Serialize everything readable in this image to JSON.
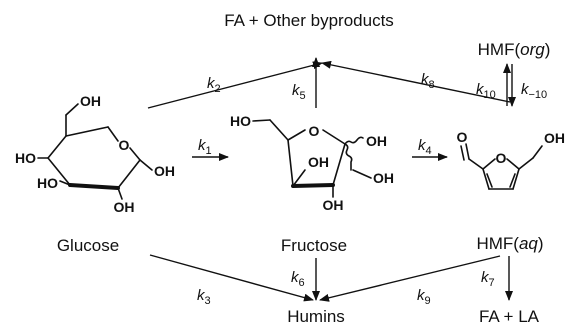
{
  "byproducts_label": "FA + Other byproducts",
  "hmf_org_label": {
    "base": "HMF(",
    "phase": "org",
    "close": ")"
  },
  "hmf_aq_label": {
    "base": "HMF(",
    "phase": "aq",
    "close": ")"
  },
  "glucose_label": "Glucose",
  "fructose_label": "Fructose",
  "humins_label": "Humins",
  "fa_la_label": "FA + LA",
  "rate_constants": {
    "k1": {
      "base": "k",
      "sub": "1"
    },
    "k2": {
      "base": "k",
      "sub": "2"
    },
    "k3": {
      "base": "k",
      "sub": "3"
    },
    "k4": {
      "base": "k",
      "sub": "4"
    },
    "k5": {
      "base": "k",
      "sub": "5"
    },
    "k6": {
      "base": "k",
      "sub": "6"
    },
    "k7": {
      "base": "k",
      "sub": "7"
    },
    "k8": {
      "base": "k",
      "sub": "8"
    },
    "k9": {
      "base": "k",
      "sub": "9"
    },
    "k10": {
      "base": "k",
      "sub": "10"
    },
    "k_10": {
      "base": "k",
      "sub": "−10"
    }
  },
  "atoms": {
    "OH": "OH",
    "HO": "HO",
    "O": "O"
  }
}
